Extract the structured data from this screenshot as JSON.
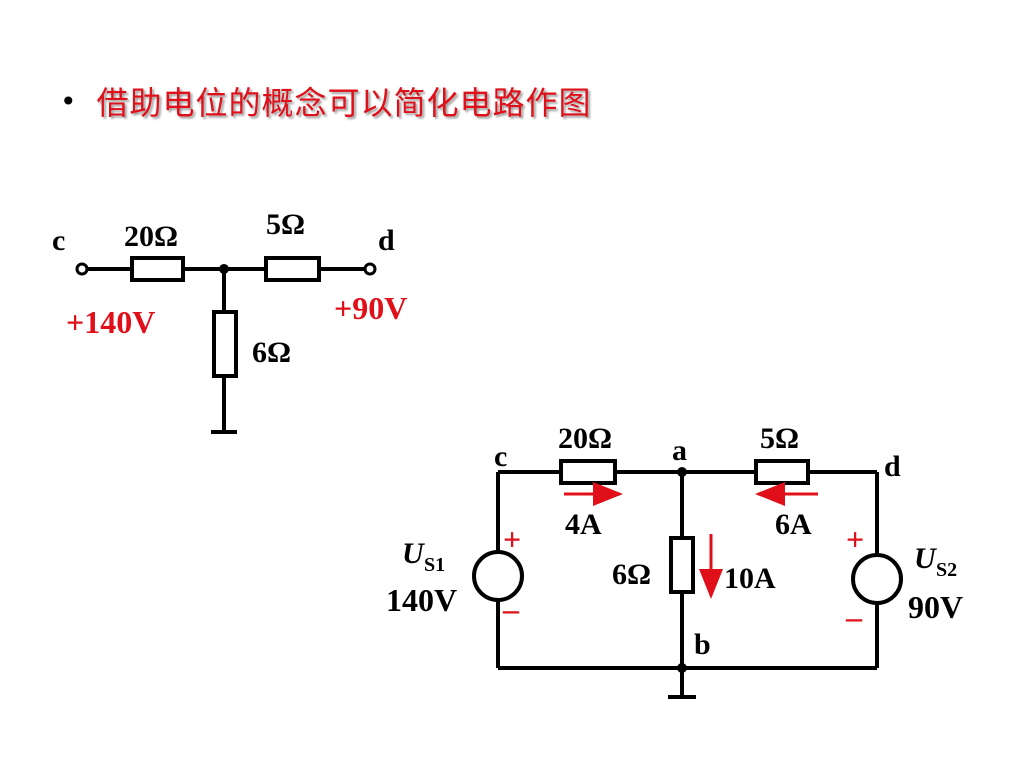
{
  "slide": {
    "bullet": "•",
    "title": "借助电位的概念可以简化电路作图"
  },
  "simplified": {
    "node_c": "c",
    "node_d": "d",
    "r_20": "20Ω",
    "r_5": "5Ω",
    "r_6": "6Ω",
    "v_c": "+140V",
    "v_d": "+90V"
  },
  "full": {
    "node_c": "c",
    "node_a": "a",
    "node_d": "d",
    "node_b": "b",
    "r_20": "20Ω",
    "r_5": "5Ω",
    "r_6": "6Ω",
    "i_left": "4A",
    "i_right": "6A",
    "i_mid": "10A",
    "us1_sym": "U",
    "us1_sub": "S1",
    "us1_val": "140V",
    "us2_sym": "U",
    "us2_sub": "S2",
    "us2_val": "90V",
    "plus": "+",
    "minus": "–"
  },
  "colors": {
    "accent": "#e0101a",
    "wire": "#000000"
  }
}
